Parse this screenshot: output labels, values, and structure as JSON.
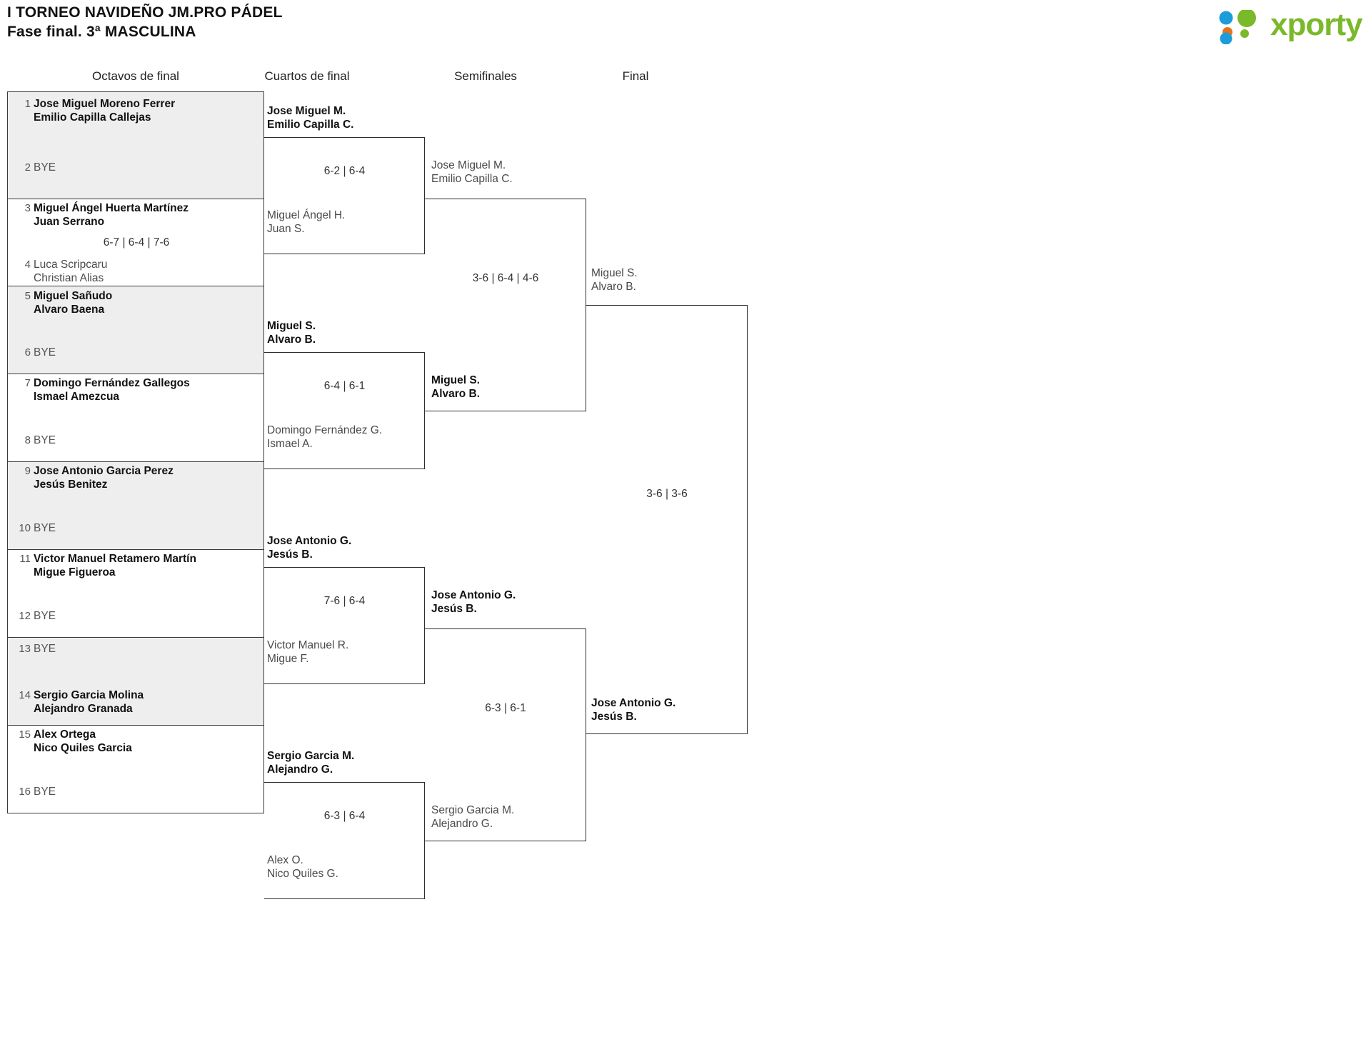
{
  "header": {
    "title": "I TORNEO NAVIDEÑO JM.PRO PÁDEL",
    "subtitle": "Fase final. 3ª MASCULINA",
    "logo_text": "xporty",
    "logo_colors": {
      "green": "#7ab929",
      "blue": "#1b9dd9",
      "orange": "#e8711a"
    }
  },
  "rounds": [
    {
      "label": "Octavos de final"
    },
    {
      "label": "Cuartos de final"
    },
    {
      "label": "Semifinales"
    },
    {
      "label": "Final"
    }
  ],
  "round1": {
    "matches": [
      {
        "score": "",
        "top": {
          "seed": "1",
          "line1": "Jose Miguel Moreno Ferrer",
          "line2": "Emilio Capilla Callejas",
          "state": "winner"
        },
        "bottom": {
          "seed": "2",
          "line1": "BYE",
          "line2": "",
          "state": "bye"
        }
      },
      {
        "score": "6-7 | 6-4 | 7-6",
        "top": {
          "seed": "3",
          "line1": "Miguel Ángel Huerta Martínez",
          "line2": "Juan Serrano",
          "state": "winner"
        },
        "bottom": {
          "seed": "4",
          "line1": "Luca Scripcaru",
          "line2": "Christian Alias",
          "state": "loser"
        }
      },
      {
        "score": "",
        "top": {
          "seed": "5",
          "line1": "Miguel Sañudo",
          "line2": "Alvaro Baena",
          "state": "winner"
        },
        "bottom": {
          "seed": "6",
          "line1": "BYE",
          "line2": "",
          "state": "bye"
        }
      },
      {
        "score": "",
        "top": {
          "seed": "7",
          "line1": "Domingo Fernández Gallegos",
          "line2": "Ismael Amezcua",
          "state": "winner"
        },
        "bottom": {
          "seed": "8",
          "line1": "BYE",
          "line2": "",
          "state": "bye"
        }
      },
      {
        "score": "",
        "top": {
          "seed": "9",
          "line1": "Jose Antonio Garcia Perez",
          "line2": "Jesús Benitez",
          "state": "winner"
        },
        "bottom": {
          "seed": "10",
          "line1": "BYE",
          "line2": "",
          "state": "bye"
        }
      },
      {
        "score": "",
        "top": {
          "seed": "11",
          "line1": "Victor Manuel Retamero Martín",
          "line2": "Migue Figueroa",
          "state": "winner"
        },
        "bottom": {
          "seed": "12",
          "line1": "BYE",
          "line2": "",
          "state": "bye"
        }
      },
      {
        "score": "",
        "top": {
          "seed": "13",
          "line1": "BYE",
          "line2": "",
          "state": "bye"
        },
        "bottom": {
          "seed": "14",
          "line1": "Sergio Garcia Molina",
          "line2": "Alejandro Granada",
          "state": "winner"
        }
      },
      {
        "score": "",
        "top": {
          "seed": "15",
          "line1": "Alex Ortega",
          "line2": "Nico Quiles Garcia",
          "state": "winner"
        },
        "bottom": {
          "seed": "16",
          "line1": "BYE",
          "line2": "",
          "state": "bye"
        }
      }
    ]
  },
  "round2": {
    "matches": [
      {
        "score": "6-2 | 6-4",
        "top": {
          "line1": "Jose Miguel M.",
          "line2": "Emilio Capilla C.",
          "state": "winner"
        },
        "bottom": {
          "line1": "Miguel Ángel H.",
          "line2": "Juan S.",
          "state": "loser"
        }
      },
      {
        "score": "6-4 | 6-1",
        "top": {
          "line1": "Miguel S.",
          "line2": "Alvaro B.",
          "state": "winner"
        },
        "bottom": {
          "line1": "Domingo Fernández G.",
          "line2": "Ismael A.",
          "state": "loser"
        }
      },
      {
        "score": "7-6 | 6-4",
        "top": {
          "line1": "Jose Antonio G.",
          "line2": "Jesús B.",
          "state": "winner"
        },
        "bottom": {
          "line1": "Victor Manuel R.",
          "line2": "Migue F.",
          "state": "loser"
        }
      },
      {
        "score": "6-3 | 6-4",
        "top": {
          "line1": "Sergio Garcia M.",
          "line2": "Alejandro G.",
          "state": "winner"
        },
        "bottom": {
          "line1": "Alex O.",
          "line2": "Nico Quiles G.",
          "state": "loser"
        }
      }
    ]
  },
  "round3": {
    "matches": [
      {
        "score": "3-6 | 6-4 | 4-6",
        "top": {
          "line1": "Jose Miguel M.",
          "line2": "Emilio Capilla C.",
          "state": "loser"
        },
        "bottom": {
          "line1": "Miguel S.",
          "line2": "Alvaro B.",
          "state": "winner"
        }
      },
      {
        "score": "6-3 | 6-1",
        "top": {
          "line1": "Jose Antonio G.",
          "line2": "Jesús B.",
          "state": "winner"
        },
        "bottom": {
          "line1": "Sergio Garcia M.",
          "line2": "Alejandro G.",
          "state": "loser"
        }
      }
    ]
  },
  "round4": {
    "matches": [
      {
        "score": "3-6 | 3-6",
        "top": {
          "line1": "Miguel S.",
          "line2": "Alvaro B.",
          "state": "loser"
        },
        "bottom": {
          "line1": "Jose Antonio G.",
          "line2": "Jesús B.",
          "state": "winner"
        }
      }
    ]
  }
}
